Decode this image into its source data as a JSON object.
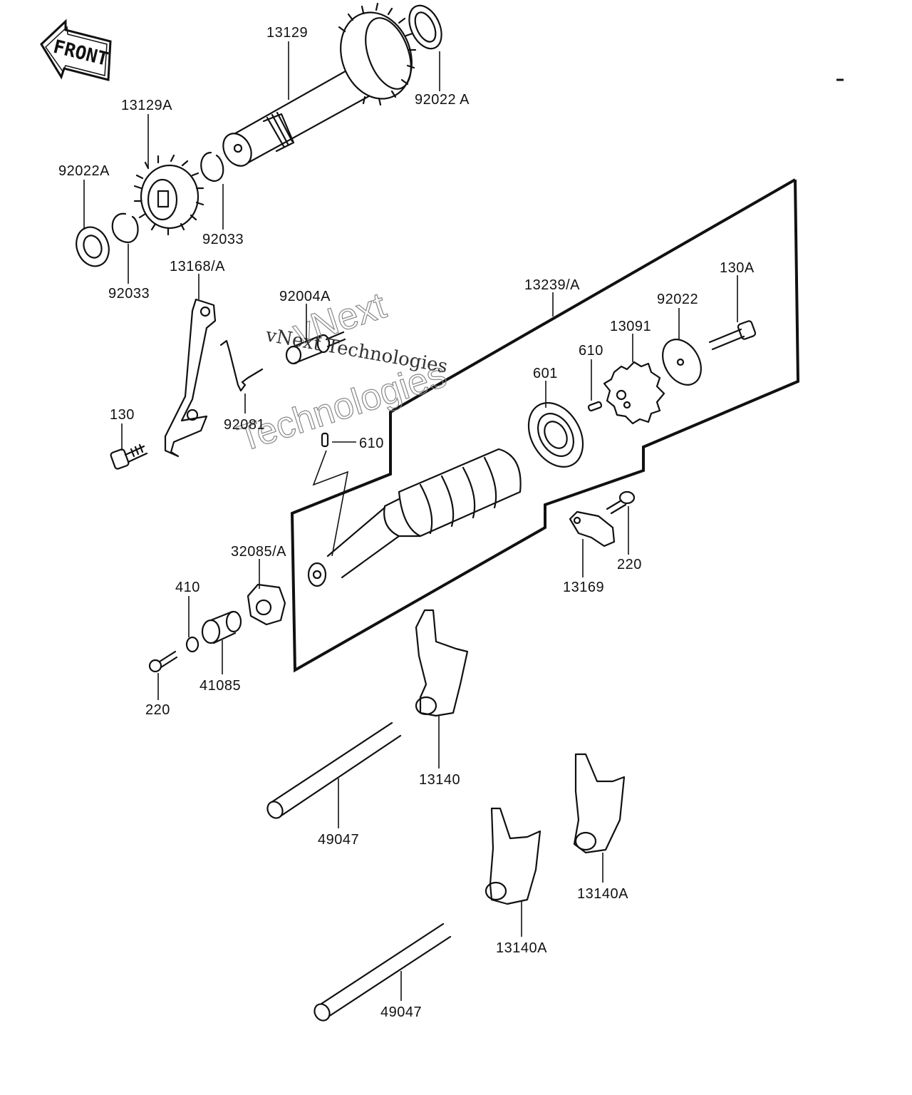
{
  "front_label": "FRONT",
  "watermark": {
    "line1": "vNext",
    "line2": "Technologies",
    "small": "vNext Technologies"
  },
  "labels": {
    "p13129": "13129",
    "p92022A_top": "92022 A",
    "p13129A": "13129A",
    "p92022A_left": "92022A",
    "p92033_right": "92033",
    "p92033_left": "92033",
    "p13168A": "13168/A",
    "p92004A": "92004A",
    "p13239A": "13239/A",
    "p130A": "130A",
    "p92022": "92022",
    "p13091": "13091",
    "p610_top": "610",
    "p601": "601",
    "p92081": "92081",
    "p130": "130",
    "p610_left": "610",
    "p32085A": "32085/A",
    "p410": "410",
    "p220_right": "220",
    "p13169": "13169",
    "p220_left": "220",
    "p41085": "41085",
    "p13140": "13140",
    "p49047_top": "49047",
    "p13140A_right": "13140A",
    "p13140A_left": "13140A",
    "p49047_bottom": "49047"
  }
}
